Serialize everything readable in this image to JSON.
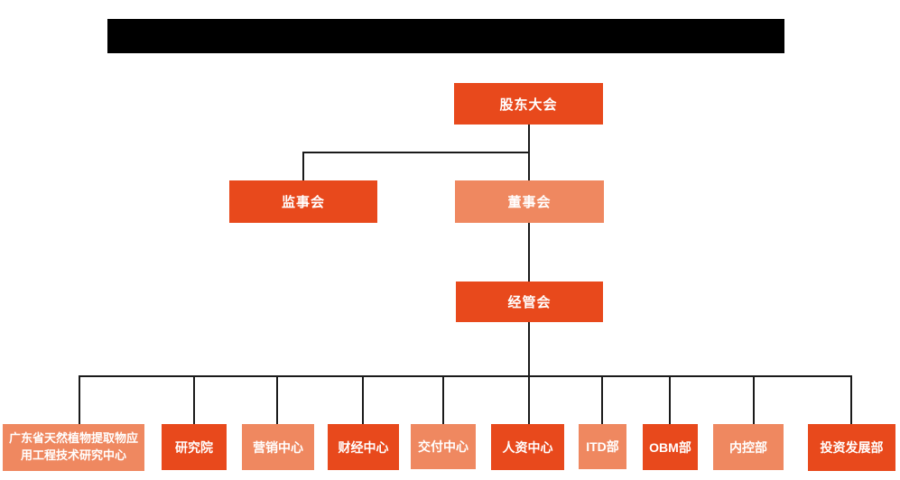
{
  "page": {
    "background": "#FFFFFF"
  },
  "title_bar": {
    "redacted": true,
    "color": "#000000"
  },
  "colors": {
    "primary": "#E8491C",
    "secondary": "#EF8860",
    "line": "#1A1A1A",
    "node_text": "#FFFFFF"
  },
  "org": {
    "type": "org-chart",
    "nodes": {
      "shareholders": {
        "label": "股东大会",
        "variant": "primary",
        "level": 1
      },
      "supervisors": {
        "label": "监事会",
        "variant": "primary",
        "level": 2
      },
      "directors": {
        "label": "董事会",
        "variant": "secondary",
        "level": 2
      },
      "management": {
        "label": "经管会",
        "variant": "primary",
        "level": 3
      },
      "gd_research_center": {
        "label": "广东省天然植物提取物应用工程技术研究中心",
        "variant": "secondary",
        "level": 4
      },
      "research_institute": {
        "label": "研究院",
        "variant": "primary",
        "level": 4
      },
      "marketing_center": {
        "label": "营销中心",
        "variant": "secondary",
        "level": 4
      },
      "finance_center": {
        "label": "财经中心",
        "variant": "primary",
        "level": 4
      },
      "delivery_center": {
        "label": "交付中心",
        "variant": "secondary",
        "level": 4
      },
      "hr_center": {
        "label": "人资中心",
        "variant": "primary",
        "level": 4
      },
      "itd_dept": {
        "label": "ITD部",
        "variant": "secondary",
        "level": 4
      },
      "obm_dept": {
        "label": "OBM部",
        "variant": "primary",
        "level": 4
      },
      "internal_control_dept": {
        "label": "内控部",
        "variant": "secondary",
        "level": 4
      },
      "investment_dev_dept": {
        "label": "投资发展部",
        "variant": "primary",
        "level": 4
      }
    },
    "edges": [
      [
        "shareholders",
        "supervisors"
      ],
      [
        "shareholders",
        "directors"
      ],
      [
        "directors",
        "management"
      ],
      [
        "management",
        "gd_research_center"
      ],
      [
        "management",
        "research_institute"
      ],
      [
        "management",
        "marketing_center"
      ],
      [
        "management",
        "finance_center"
      ],
      [
        "management",
        "delivery_center"
      ],
      [
        "management",
        "hr_center"
      ],
      [
        "management",
        "itd_dept"
      ],
      [
        "management",
        "obm_dept"
      ],
      [
        "management",
        "internal_control_dept"
      ],
      [
        "management",
        "investment_dev_dept"
      ]
    ]
  }
}
